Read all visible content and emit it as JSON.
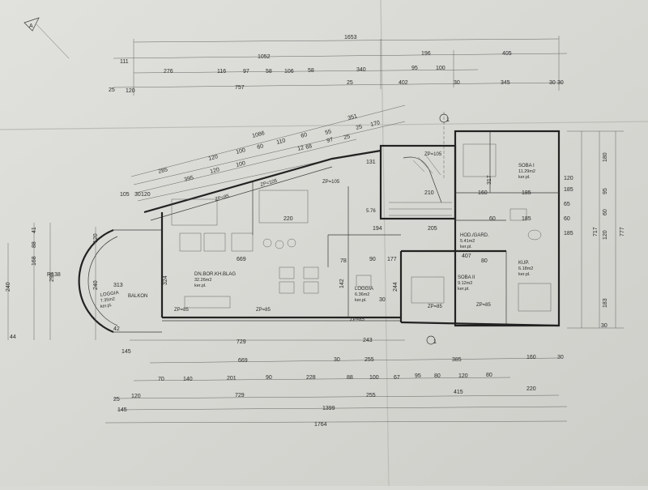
{
  "plan": {
    "north_marker": "A",
    "section_marker_top": "1",
    "section_marker_bottom": "1",
    "rooms": [
      {
        "name": "DN.BOR.KH.BLAG",
        "area": "32.26m2",
        "note": "ker.pl."
      },
      {
        "name": "SOBA I",
        "area": "11.29m2",
        "note": "ker.pl."
      },
      {
        "name": "SOBA II",
        "area": "9.12m2",
        "note": "ker.pl."
      },
      {
        "name": "KUP.",
        "area": "6.18m2",
        "note": "ker.pl."
      },
      {
        "name": "HOD./GARD.",
        "area": "5.41m2",
        "note": "ker.pl."
      },
      {
        "name": "LOGGIA",
        "area": "6.36m2",
        "note": "ker.pl."
      },
      {
        "name": "LOGGIA",
        "area": "7.35m2",
        "note": "ker.pl."
      },
      {
        "name": "BALKON",
        "area": "",
        "note": ""
      }
    ],
    "window_labels": [
      "ZP=85",
      "ZP=85",
      "ZP=85",
      "ZP=85",
      "ZP=85",
      "ZP=85",
      "ZP=105",
      "ZP=105",
      "ZP=105"
    ],
    "radius_label": "R138",
    "stair_level": "5.76",
    "dimensions_top": {
      "row1": [
        "1653"
      ],
      "row2": [
        "111",
        "1052",
        "196",
        "405"
      ],
      "row3": [
        "276",
        "116",
        "97",
        "58",
        "106",
        "58",
        "340",
        "95",
        "100"
      ],
      "row4": [
        "25",
        "120",
        "757",
        "25",
        "402",
        "30",
        "345",
        "30",
        "30"
      ],
      "diagonal1": [
        "1086",
        "351"
      ],
      "diagonal2": [
        "285",
        "120",
        "100",
        "60",
        "110",
        "60",
        "55",
        "25",
        "170"
      ],
      "diagonal3": [
        "395",
        "120",
        "100",
        "12",
        "68",
        "97",
        "25"
      ],
      "diagonal4": [
        "105",
        "30",
        "120",
        "131"
      ]
    },
    "dimensions_bottom": {
      "row1": [
        "729",
        "243"
      ],
      "row2": [
        "669",
        "30",
        "255",
        "385",
        "160",
        "30"
      ],
      "row3": [
        "70",
        "140",
        "201",
        "90",
        "228",
        "88",
        "100",
        "67",
        "95",
        "80",
        "120",
        "80"
      ],
      "row4": [
        "25",
        "120",
        "729",
        "255",
        "415",
        "220"
      ],
      "row5": [
        "145",
        "1399"
      ],
      "row6": [
        "1764"
      ]
    },
    "dimensions_left": [
      "41",
      "88",
      "168",
      "240",
      "299",
      "313",
      "120",
      "240",
      "44",
      "145",
      "42"
    ],
    "dimensions_right": [
      "120",
      "185",
      "65",
      "60",
      "185",
      "180",
      "95",
      "60",
      "120",
      "717",
      "777",
      "183",
      "30"
    ],
    "dimensions_inner": [
      "669",
      "220",
      "194",
      "177",
      "205",
      "210",
      "160",
      "185",
      "317",
      "407",
      "244",
      "324",
      "78",
      "185",
      "60",
      "142",
      "90",
      "80",
      "30"
    ]
  }
}
